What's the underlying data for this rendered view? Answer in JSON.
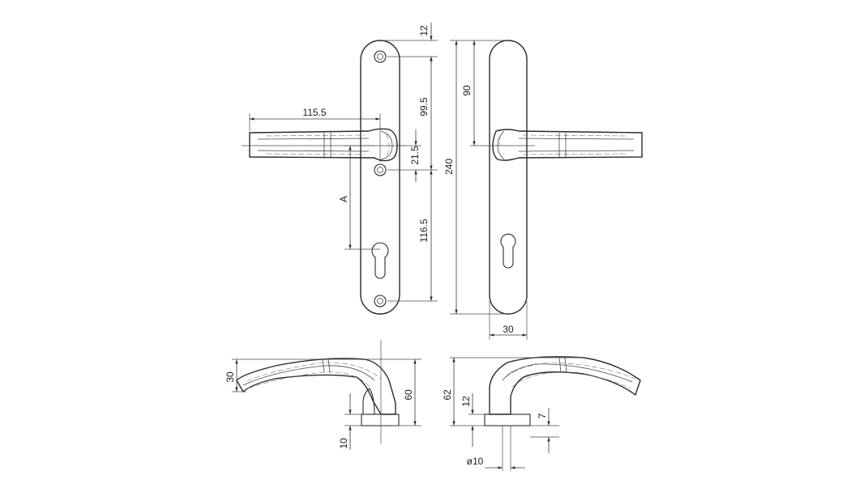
{
  "drawing": {
    "front_view": {
      "handle_projection": "115.5",
      "top_screw_offset": "12",
      "upper_screw_to_spindle": "99.5",
      "spindle_to_lower_screw": "21.5",
      "lower_screw_to_cylinder": "116.5",
      "backset_label": "A"
    },
    "rear_view": {
      "top_to_spindle": "90",
      "plate_length": "240",
      "plate_width": "30"
    },
    "side_left": {
      "lever_thickness": "30",
      "overall_height": "60",
      "rose_height": "10"
    },
    "side_right": {
      "overall_height": "62",
      "neck_height": "12",
      "rose_offset": "7",
      "spindle_diameter": "ø10"
    }
  }
}
